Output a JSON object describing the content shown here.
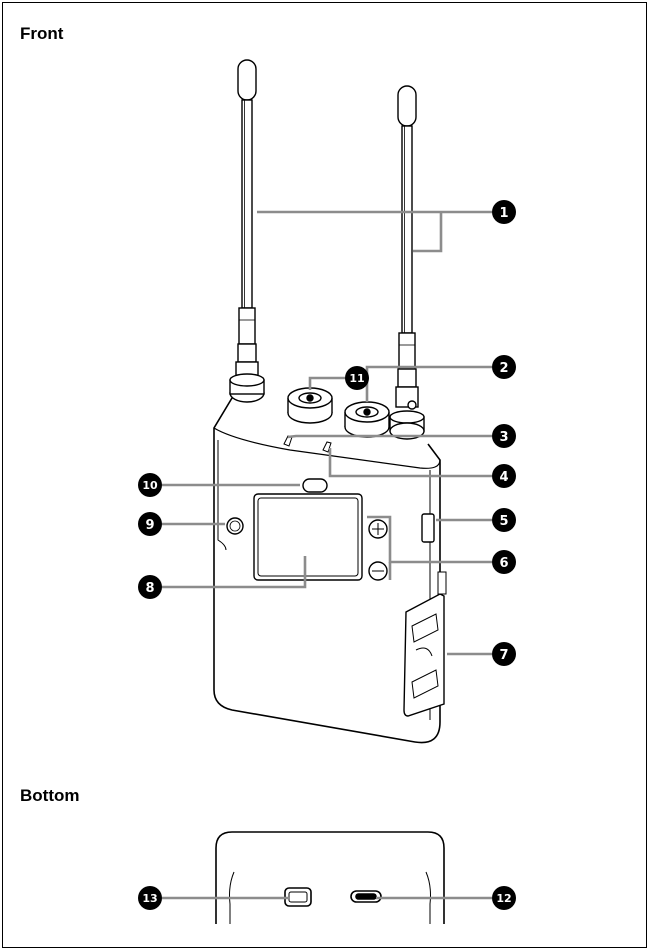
{
  "sections": {
    "front": "Front",
    "bottom": "Bottom"
  },
  "callouts": [
    "1",
    "2",
    "3",
    "4",
    "5",
    "6",
    "7",
    "8",
    "9",
    "10",
    "11",
    "12",
    "13"
  ],
  "colors": {
    "leader": "#8c8c8c",
    "callout_fill": "#000000",
    "outline": "#000000"
  }
}
